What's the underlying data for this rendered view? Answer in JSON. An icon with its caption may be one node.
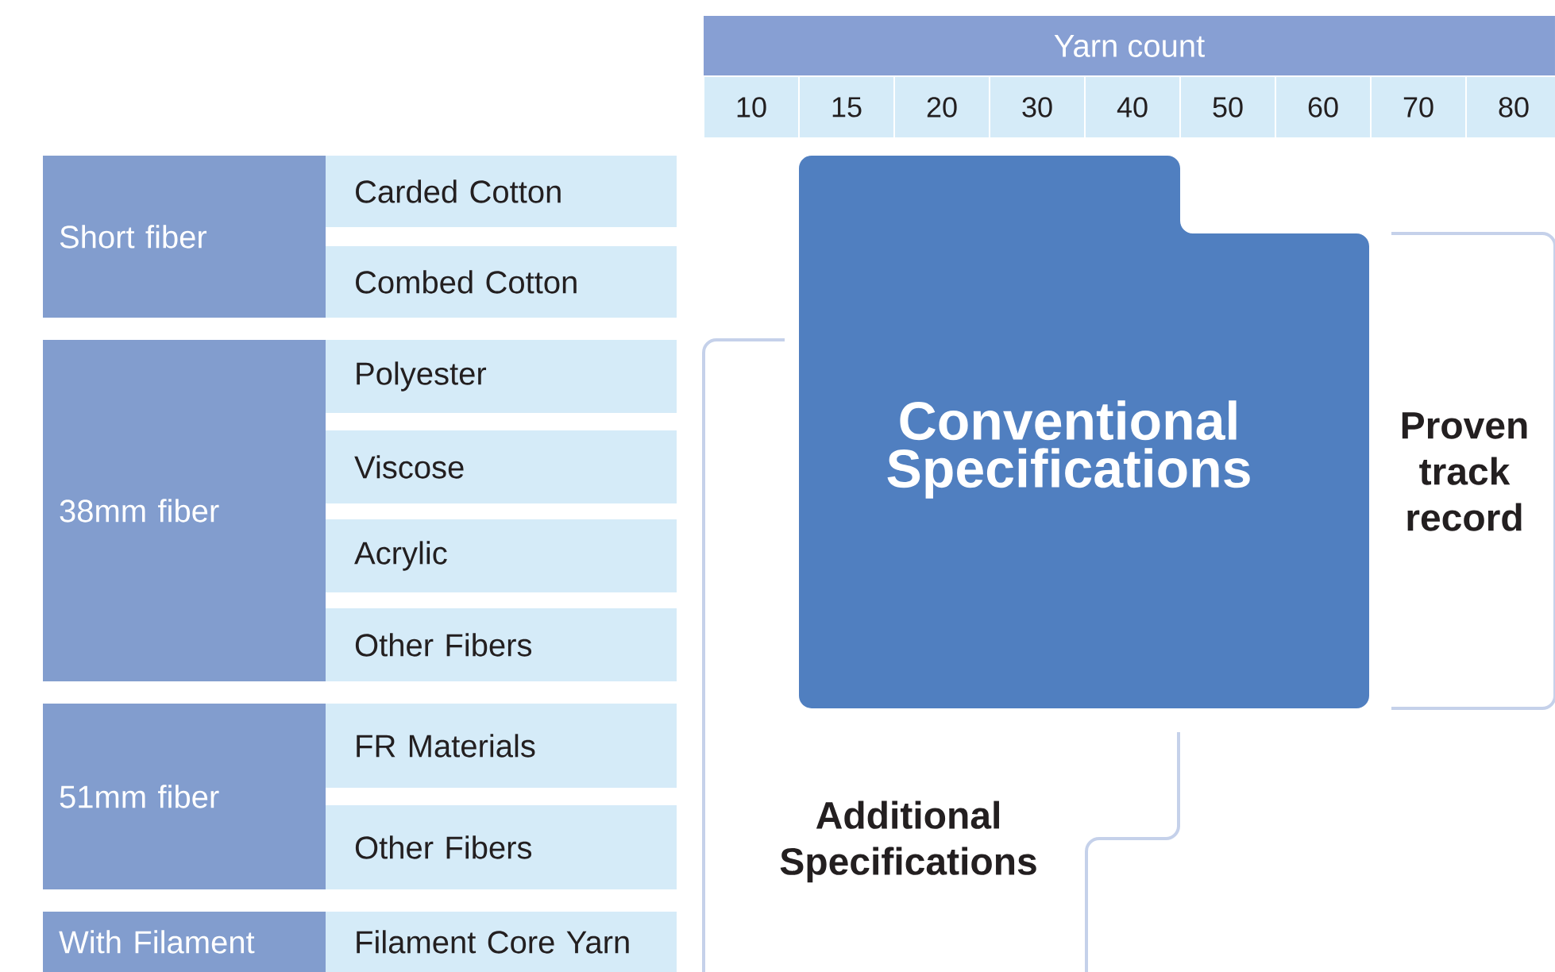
{
  "diagram": {
    "nodes": [
      {
        "text": [
          "Yarn count"
        ]
      },
      {
        "text": [
          "10"
        ]
      },
      {
        "text": [
          "15"
        ]
      },
      {
        "text": [
          "20"
        ]
      },
      {
        "text": [
          "30"
        ]
      },
      {
        "text": [
          "40"
        ]
      },
      {
        "text": [
          "50"
        ]
      },
      {
        "text": [
          "60"
        ]
      },
      {
        "text": [
          "70"
        ]
      },
      {
        "text": [
          "80"
        ]
      },
      {
        "text": [
          "Short fiber"
        ]
      },
      {
        "text": [
          "Carded Cotton"
        ]
      },
      {
        "text": [
          "Combed Cotton"
        ]
      },
      {
        "text": [
          "38mm fiber"
        ]
      },
      {
        "text": [
          "Polyester"
        ]
      },
      {
        "text": [
          "Viscose"
        ]
      },
      {
        "text": [
          "Acrylic"
        ]
      },
      {
        "text": [
          "Other Fibers"
        ]
      },
      {
        "text": [
          "51mm fiber"
        ]
      },
      {
        "text": [
          "FR Materials"
        ]
      },
      {
        "text": [
          "Other Fibers"
        ]
      },
      {
        "text": [
          "With Filament"
        ]
      },
      {
        "text": [
          "Filament Core Yarn"
        ]
      },
      {
        "text": [
          "Conventional Specifications"
        ]
      }
    ],
    "labels": [
      "Proven track record",
      "Additional Specifications"
    ]
  }
}
